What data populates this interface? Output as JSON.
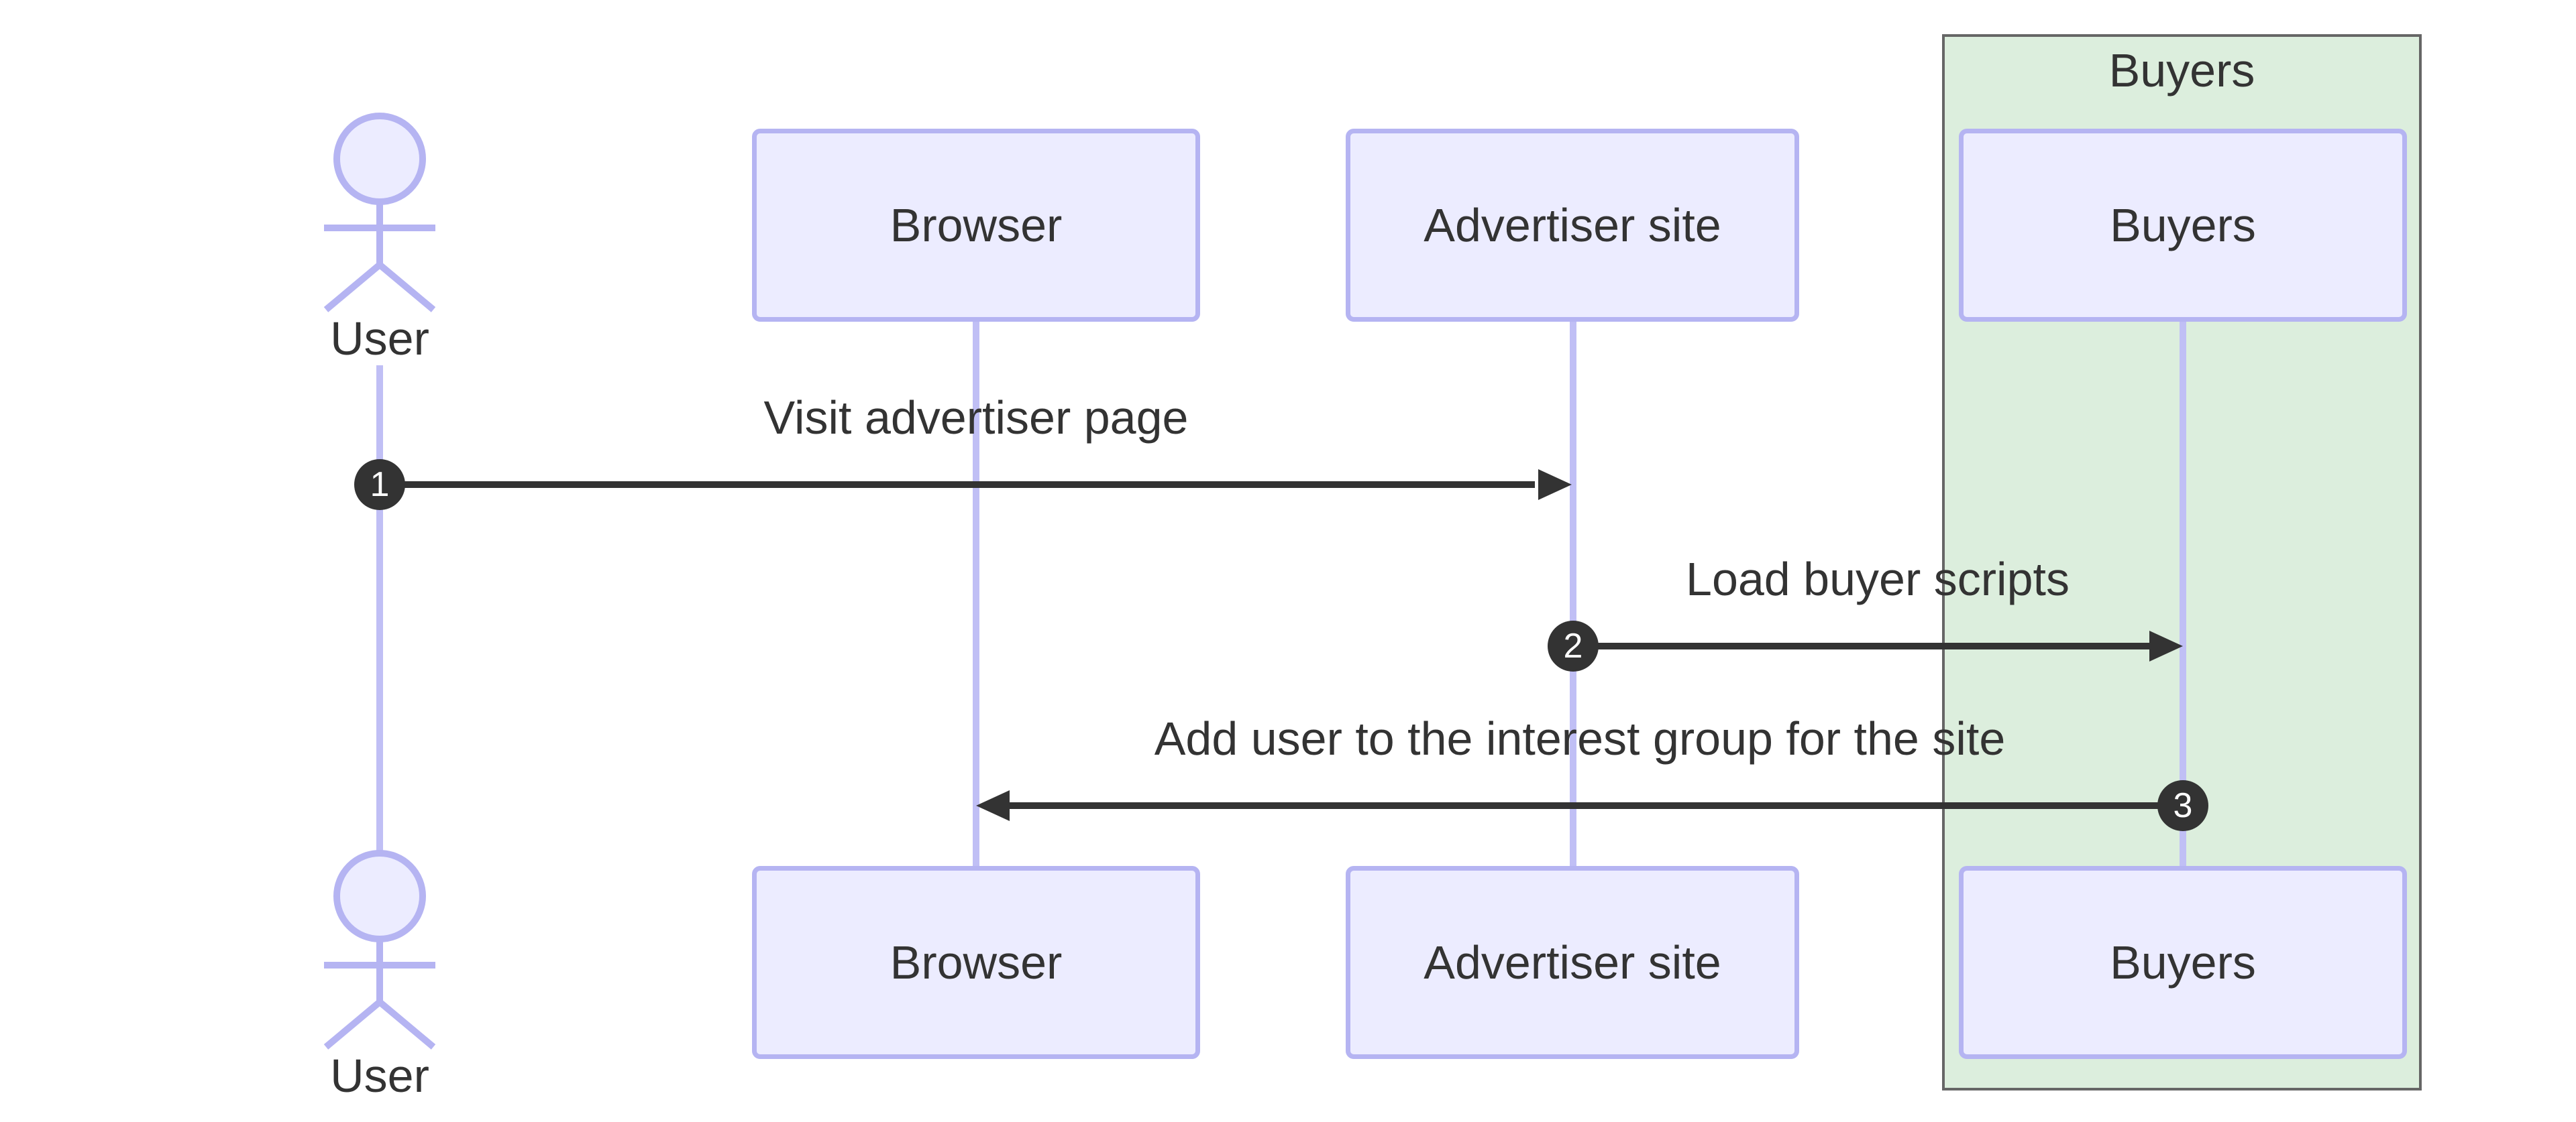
{
  "group": {
    "label": "Buyers",
    "fill": "#dceedd",
    "border_color": "#666666"
  },
  "actor": {
    "top_label": "User",
    "bottom_label": "User"
  },
  "participants": [
    {
      "label": "Browser"
    },
    {
      "label": "Advertiser site"
    },
    {
      "label": "Buyers"
    }
  ],
  "messages": [
    {
      "num": "1",
      "text": "Visit advertiser page"
    },
    {
      "num": "2",
      "text": "Load buyer scripts"
    },
    {
      "num": "3",
      "text": "Add user to the interest group for the site"
    }
  ],
  "colors": {
    "participant_fill": "#ECECFF",
    "participant_border": "#b5b4f2",
    "lifeline": "#c0bff5",
    "arrow": "#333333",
    "text": "#333333",
    "badge_fill": "#333333",
    "badge_text": "#ffffff",
    "background": "#ffffff"
  }
}
